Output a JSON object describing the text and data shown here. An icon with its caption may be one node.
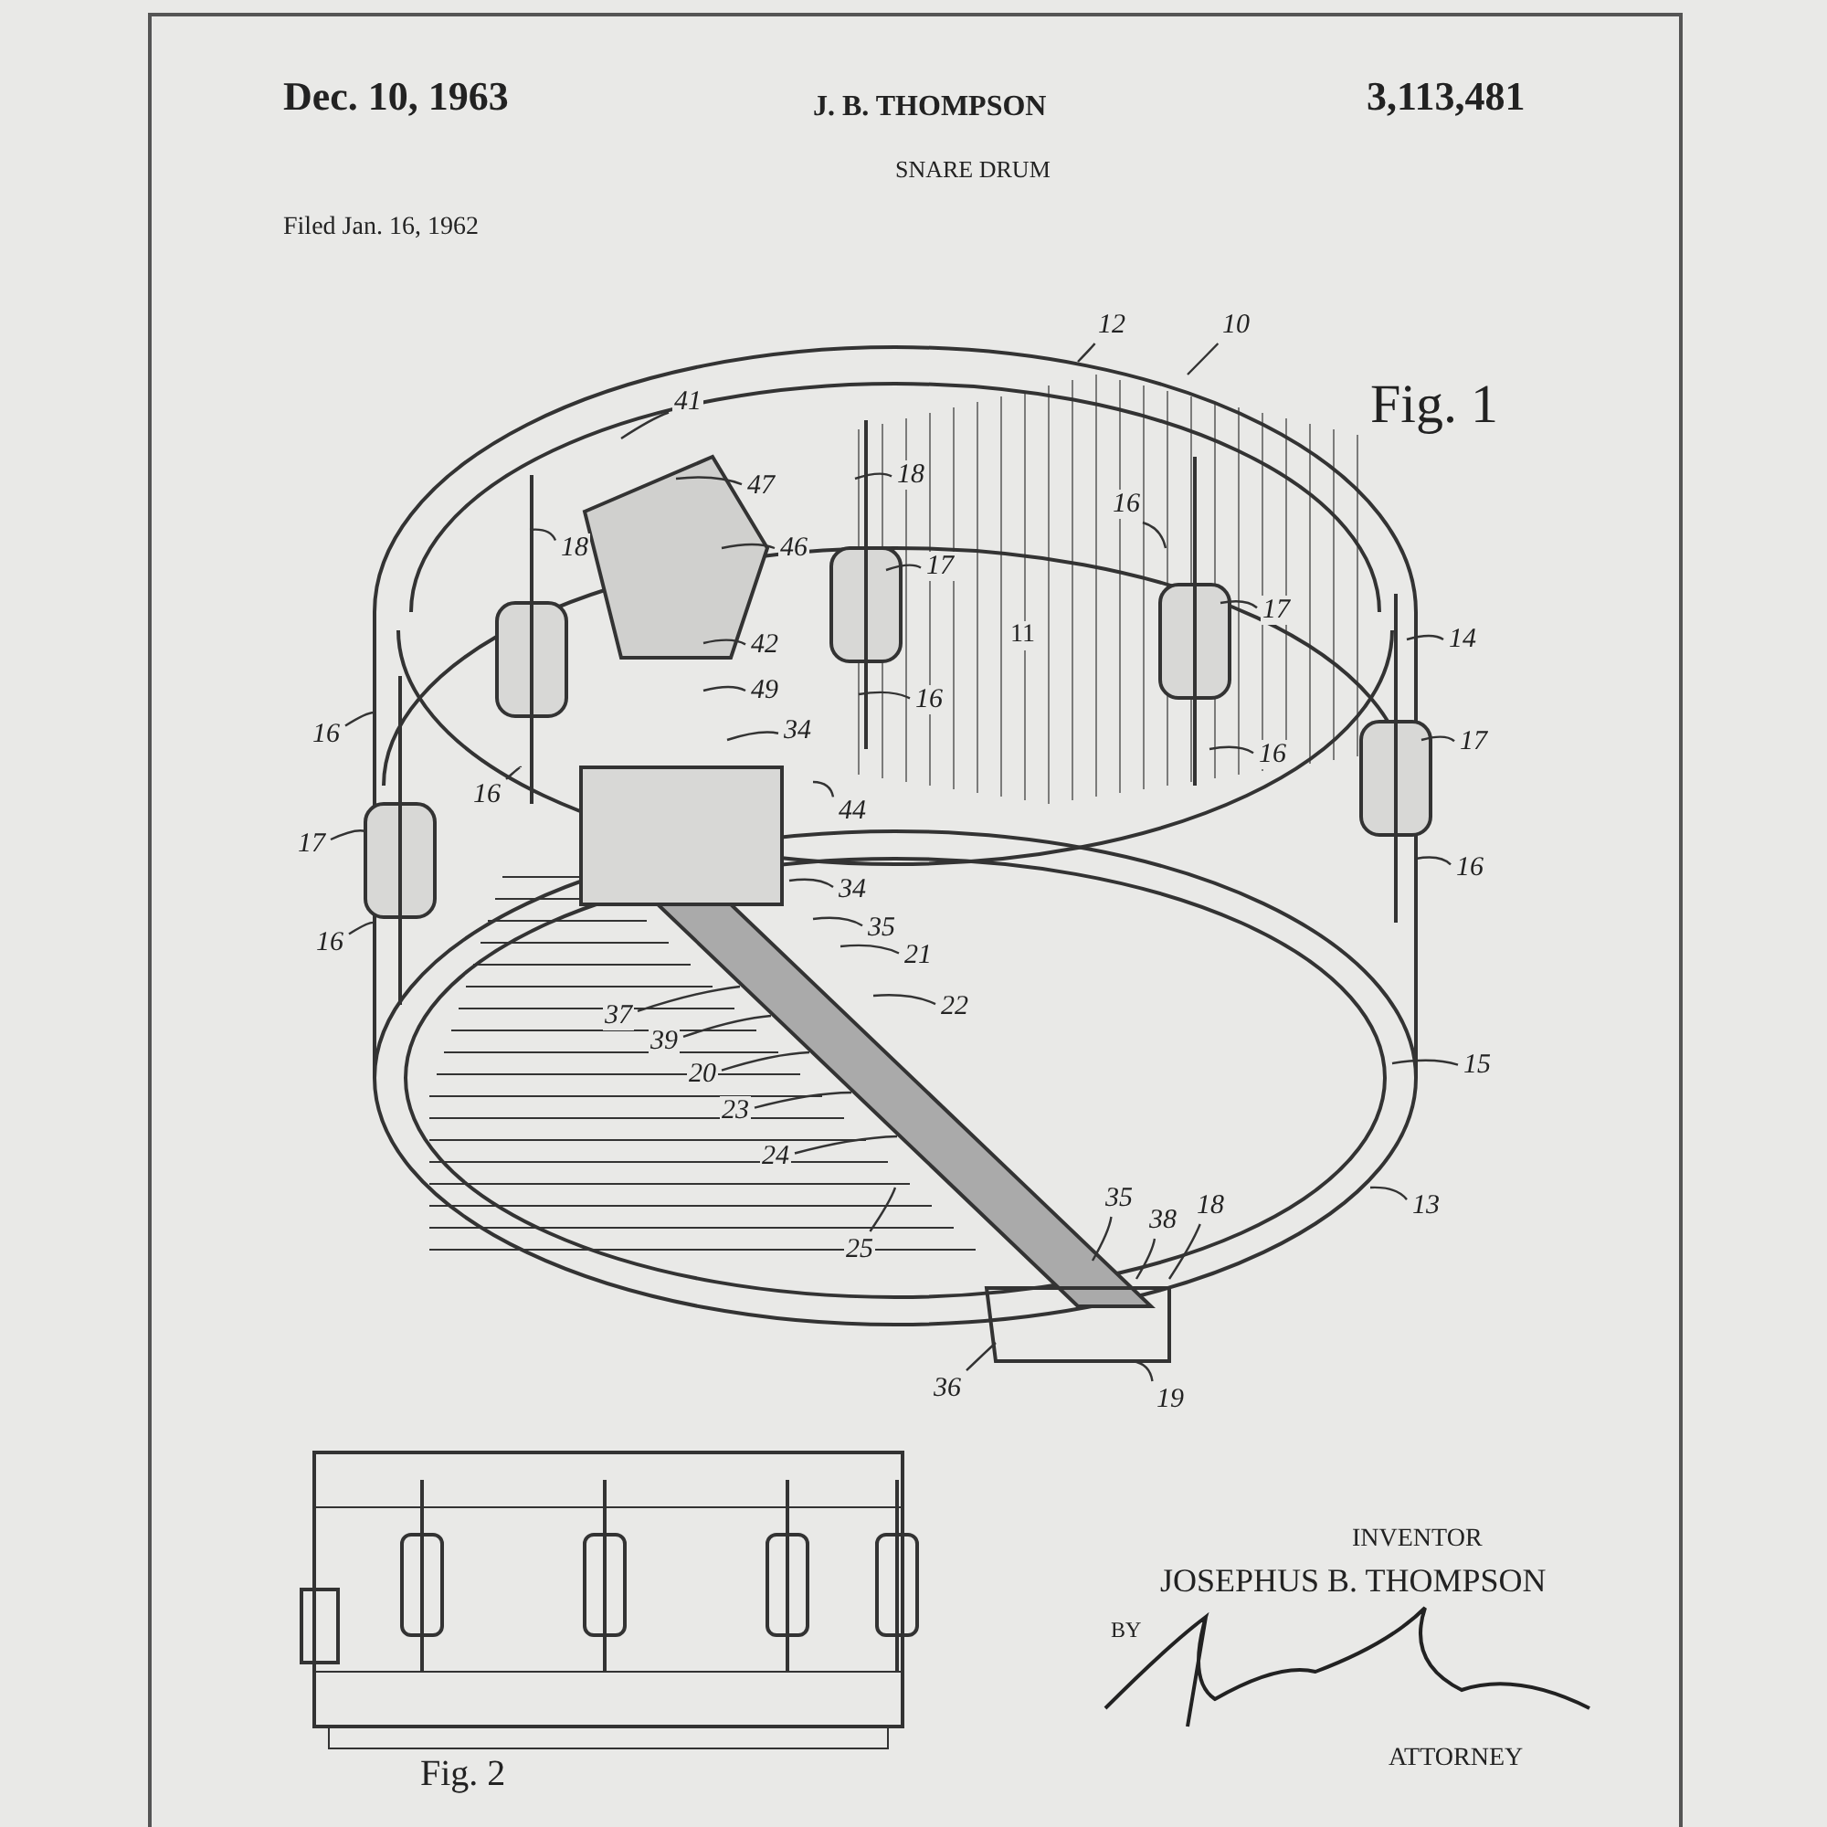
{
  "diagram": {
    "title": "SNARE DRUM",
    "nodes": [
      {
        "text": [
          "12"
        ]
      },
      {
        "text": [
          "10"
        ]
      },
      {
        "text": [
          "41"
        ]
      },
      {
        "text": [
          "47"
        ]
      },
      {
        "text": [
          "18"
        ]
      },
      {
        "text": [
          "46"
        ]
      },
      {
        "text": [
          "17"
        ]
      },
      {
        "text": [
          "18"
        ]
      },
      {
        "text": [
          "16"
        ]
      },
      {
        "text": [
          "17"
        ]
      },
      {
        "text": [
          "42"
        ]
      },
      {
        "text": [
          "49"
        ]
      },
      {
        "text": [
          "14"
        ]
      },
      {
        "text": [
          "16"
        ]
      },
      {
        "text": [
          "17"
        ]
      },
      {
        "text": [
          "16"
        ]
      },
      {
        "text": [
          "16"
        ]
      },
      {
        "text": [
          "34"
        ]
      },
      {
        "text": [
          "44"
        ]
      },
      {
        "text": [
          "16"
        ]
      },
      {
        "text": [
          "17"
        ]
      },
      {
        "text": [
          "16"
        ]
      },
      {
        "text": [
          "16"
        ]
      },
      {
        "text": [
          "34"
        ]
      },
      {
        "text": [
          "35"
        ]
      },
      {
        "text": [
          "21"
        ]
      },
      {
        "text": [
          "22"
        ]
      },
      {
        "text": [
          "37"
        ]
      },
      {
        "text": [
          "39"
        ]
      },
      {
        "text": [
          "20"
        ]
      },
      {
        "text": [
          "23"
        ]
      },
      {
        "text": [
          "24"
        ]
      },
      {
        "text": [
          "15"
        ]
      },
      {
        "text": [
          "13"
        ]
      },
      {
        "text": [
          "25"
        ]
      },
      {
        "text": [
          "35"
        ]
      },
      {
        "text": [
          "38"
        ]
      },
      {
        "text": [
          "18"
        ]
      },
      {
        "text": [
          "36"
        ]
      },
      {
        "text": [
          "19"
        ]
      }
    ],
    "edges": [
      {
        "from": 0,
        "to": null,
        "arrow": "none"
      },
      {
        "from": 1,
        "to": null,
        "arrow": "none"
      },
      {
        "from": 2,
        "to": null,
        "arrow": "none"
      },
      {
        "from": 3,
        "to": null,
        "arrow": "none"
      },
      {
        "from": 4,
        "to": null,
        "arrow": "none"
      },
      {
        "from": 5,
        "to": null,
        "arrow": "none"
      },
      {
        "from": 6,
        "to": null,
        "arrow": "none"
      },
      {
        "from": 7,
        "to": null,
        "arrow": "none"
      },
      {
        "from": 8,
        "to": null,
        "arrow": "none"
      },
      {
        "from": 9,
        "to": null,
        "arrow": "none"
      },
      {
        "from": 10,
        "to": null,
        "arrow": "none"
      },
      {
        "from": 11,
        "to": null,
        "arrow": "none"
      },
      {
        "from": 12,
        "to": null,
        "arrow": "none"
      },
      {
        "from": 13,
        "to": null,
        "arrow": "none"
      },
      {
        "from": 14,
        "to": null,
        "arrow": "none"
      },
      {
        "from": 15,
        "to": null,
        "arrow": "none"
      },
      {
        "from": 16,
        "to": null,
        "arrow": "none"
      },
      {
        "from": 17,
        "to": null,
        "arrow": "none"
      },
      {
        "from": 18,
        "to": null,
        "arrow": "none"
      },
      {
        "from": 19,
        "to": null,
        "arrow": "none"
      },
      {
        "from": 20,
        "to": null,
        "arrow": "none"
      },
      {
        "from": 21,
        "to": null,
        "arrow": "none"
      },
      {
        "from": 22,
        "to": null,
        "arrow": "none"
      },
      {
        "from": 23,
        "to": null,
        "arrow": "none"
      },
      {
        "from": 24,
        "to": null,
        "arrow": "none"
      },
      {
        "from": 25,
        "to": null,
        "arrow": "none"
      },
      {
        "from": 26,
        "to": null,
        "arrow": "none"
      },
      {
        "from": 27,
        "to": null,
        "arrow": "none"
      },
      {
        "from": 28,
        "to": null,
        "arrow": "none"
      },
      {
        "from": 29,
        "to": null,
        "arrow": "none"
      },
      {
        "from": 30,
        "to": null,
        "arrow": "none"
      },
      {
        "from": 31,
        "to": null,
        "arrow": "none"
      },
      {
        "from": 32,
        "to": null,
        "arrow": "none"
      },
      {
        "from": 33,
        "to": null,
        "arrow": "none"
      },
      {
        "from": 34,
        "to": null,
        "arrow": "none"
      },
      {
        "from": 35,
        "to": null,
        "arrow": "none"
      },
      {
        "from": 36,
        "to": null,
        "arrow": "none"
      },
      {
        "from": 37,
        "to": null,
        "arrow": "none"
      },
      {
        "from": 38,
        "to": null,
        "arrow": "none"
      },
      {
        "from": 39,
        "to": null,
        "arrow": "none"
      }
    ],
    "labels": [
      "Dec. 10, 1963",
      "J. B. THOMPSON",
      "3,113,481",
      "Filed Jan. 16, 1962",
      "Fig. 1",
      "11",
      "Fig. 2",
      "INVENTOR",
      "JOSEPHUS B. THOMPSON",
      "BY",
      "ATTORNEY"
    ]
  }
}
